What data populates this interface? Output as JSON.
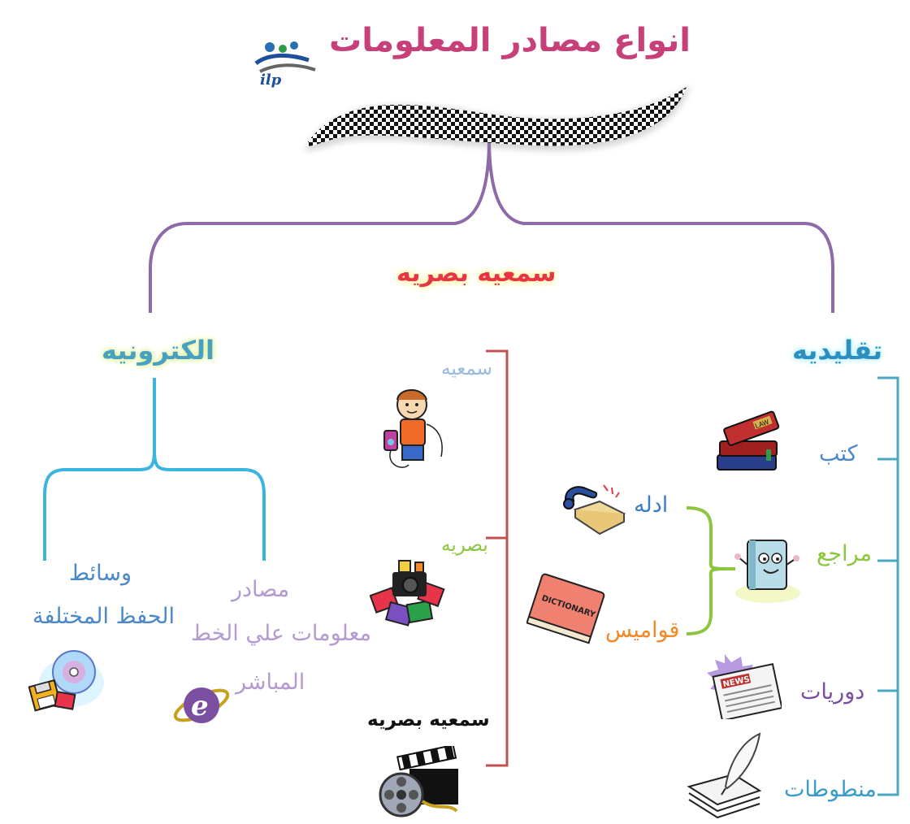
{
  "title": "انواع مصادر المعلومات",
  "logo_text": "ilp",
  "categories": {
    "traditional": "تقليديه",
    "audiovisual": "سمعيه بصريه",
    "electronic": "الكترونيه"
  },
  "traditional_items": {
    "books": "كتب",
    "references": "مراجع",
    "periodicals": "دوريات",
    "manuscripts": "منطوطات"
  },
  "reference_items": {
    "guides": "ادله",
    "dictionaries": "قواميس"
  },
  "audiovisual_items": {
    "audio": "سمعيه",
    "visual": "بصريه",
    "audio_visual": "سمعيه بصريه"
  },
  "electronic_items": {
    "online_line1": "مصادر",
    "online_line2": "معلومات علي الخط",
    "online_line3": "المباشر",
    "storage_line1": "وسائط",
    "storage_line2": "الحفظ المختلفة"
  },
  "icon_labels": {
    "dictionary": "DICTIONARY",
    "news": "NEWS",
    "book": "LAW"
  },
  "colors": {
    "title": "#c8407a",
    "tree": "#8e6aa8",
    "traditional_bracket": "#4aa8c0",
    "audiovisual_bracket": "#c0504d",
    "electronic_bracket": "#3bb4e0",
    "reference_bracket": "#8cc63f"
  }
}
